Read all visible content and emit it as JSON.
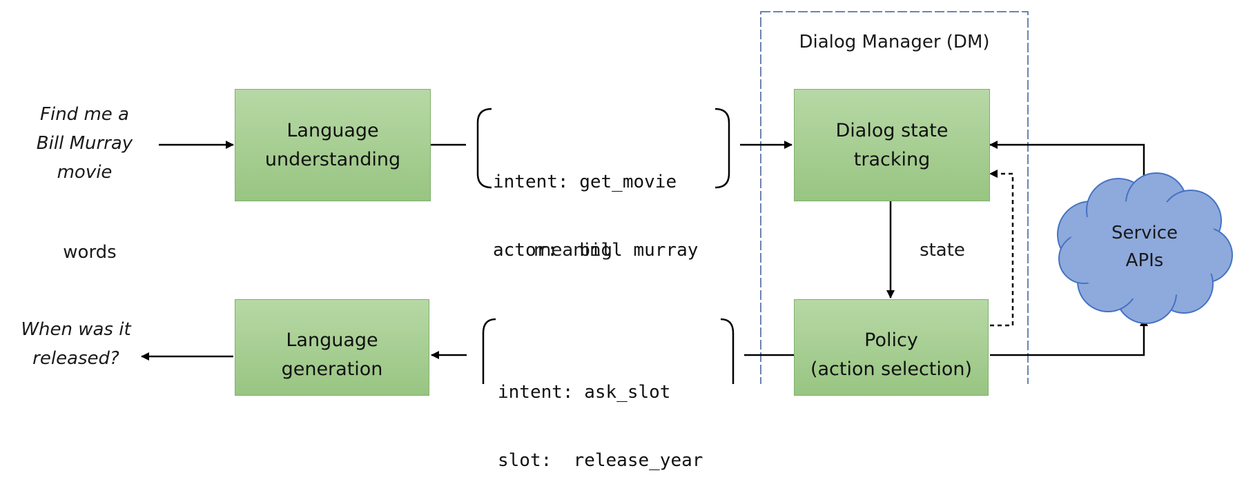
{
  "input_utterance": [
    "Find me a",
    "Bill Murray",
    "movie"
  ],
  "output_utterance": [
    "When was it",
    "released?"
  ],
  "labels": {
    "words": "words",
    "meaning": "meaning",
    "state": "state"
  },
  "dm_container": {
    "title": "Dialog Manager (DM)"
  },
  "boxes": {
    "nlu": [
      "Language",
      "understanding"
    ],
    "nlg": [
      "Language",
      "generation"
    ],
    "dst": [
      "Dialog state",
      "tracking"
    ],
    "policy": [
      "Policy",
      "(action selection)"
    ]
  },
  "frames": {
    "nlu_output": {
      "line1": "intent: get_movie",
      "line2": "actor:  bill murray"
    },
    "policy_output": {
      "line1": "intent: ask_slot",
      "line2": "slot:  release_year"
    }
  },
  "service": [
    "Service",
    "APIs"
  ],
  "colors": {
    "box_fill_top": "#b7d8a5",
    "box_fill_bottom": "#98c582",
    "box_border": "#7fb069",
    "cloud_fill": "#8ea9db",
    "cloud_border": "#4472c4",
    "dm_border": "#3b5998",
    "arrow": "#000000"
  }
}
